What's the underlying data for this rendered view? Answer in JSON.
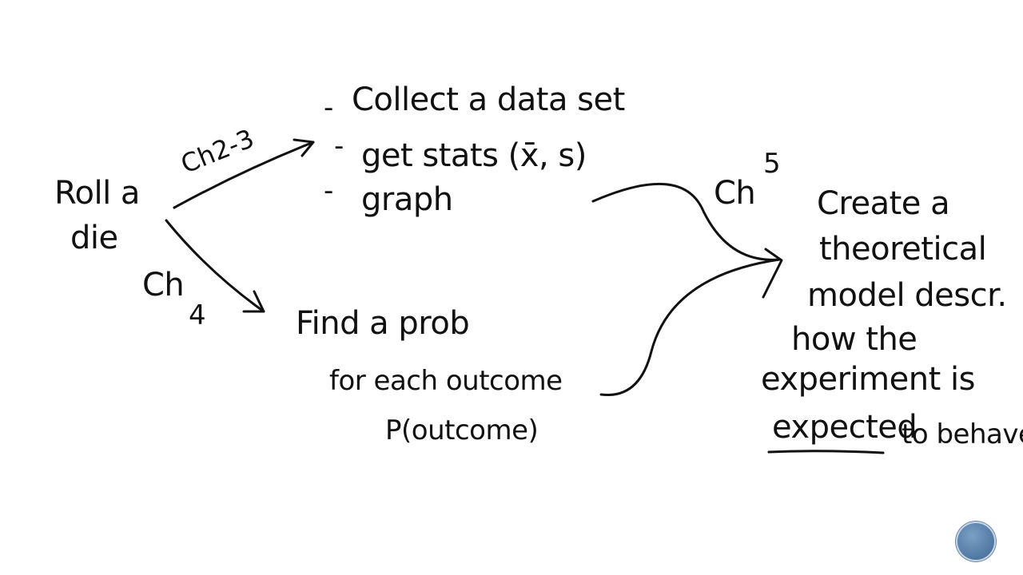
{
  "diagram": {
    "start": {
      "line1": "Roll a",
      "line2": "die"
    },
    "top_branch": {
      "chapter_label": "Ch2-3",
      "items": [
        {
          "bullet": "-",
          "text": "Collect a data set"
        },
        {
          "bullet": "-",
          "text": "get stats (x̄, s)"
        },
        {
          "bullet": "-",
          "text": "graph"
        }
      ]
    },
    "bottom_branch": {
      "chapter_label_main": "Ch",
      "chapter_label_sub": "4",
      "line1": "Find a prob",
      "line2": "for each outcome",
      "line3": "P(outcome)"
    },
    "result": {
      "chapter_label_main": "Ch",
      "chapter_label_sup": "5",
      "line1": "Create a",
      "line2": "theoretical",
      "line3": "model descr.",
      "line4": "how the",
      "line5": "experiment is",
      "line6_emphasis": "expected",
      "line6_rest": "to behave"
    }
  },
  "controls": {
    "nav_icon": "circle-button-icon",
    "accent_color": "#4f78a3"
  }
}
